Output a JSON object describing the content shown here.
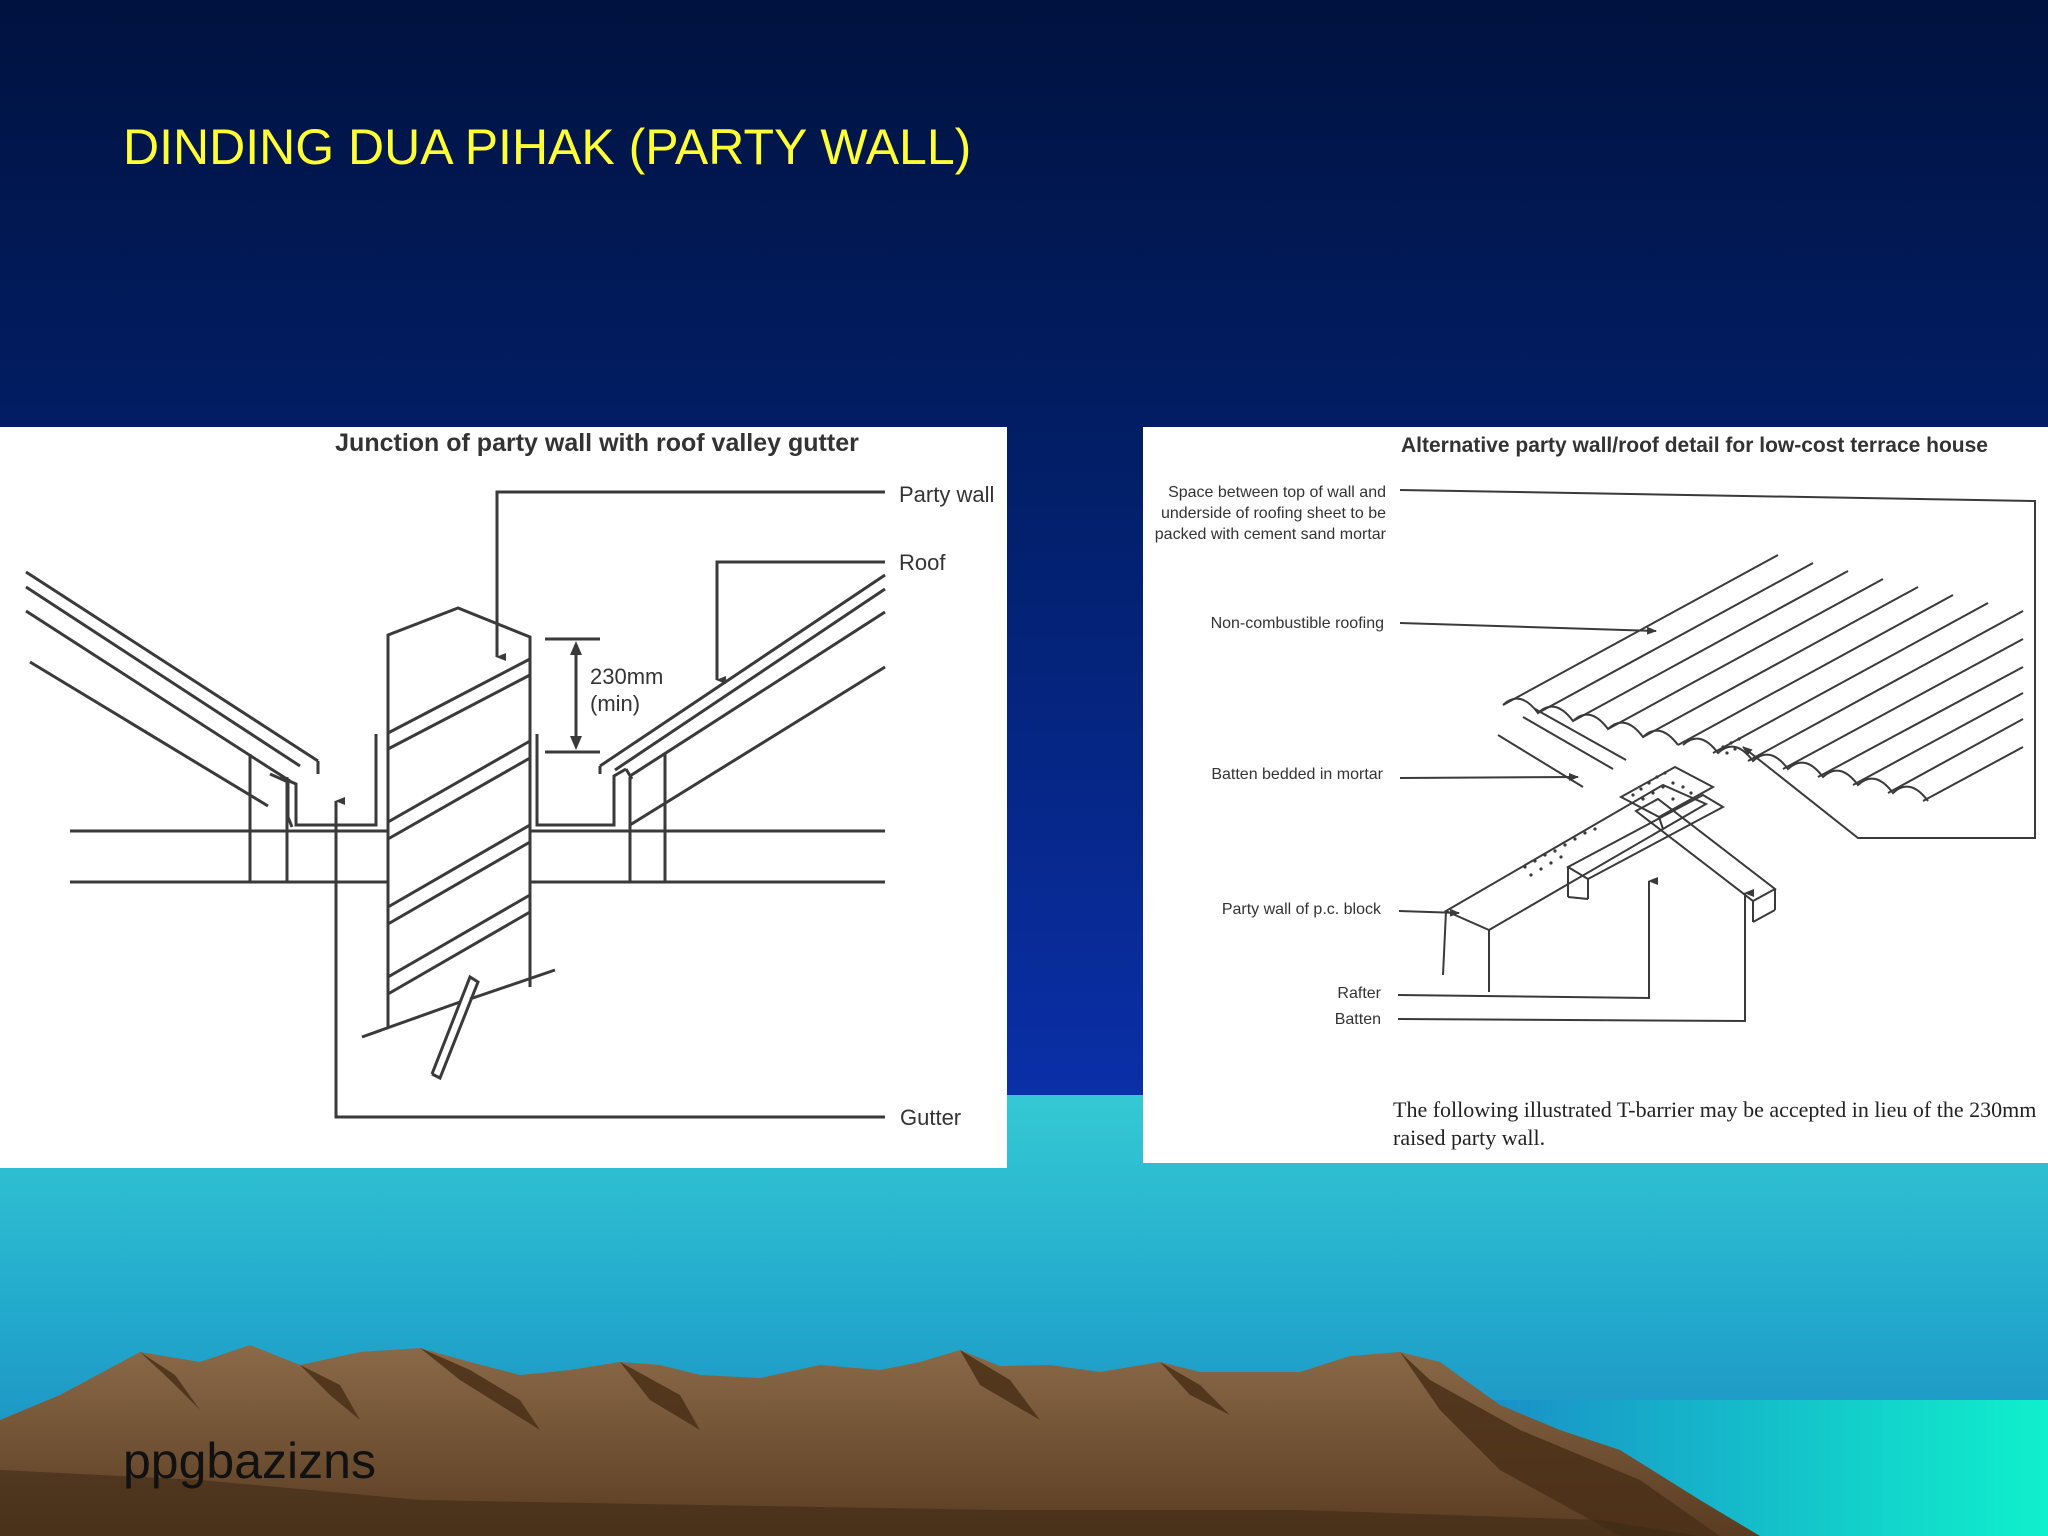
{
  "slide": {
    "title": "DINDING DUA PIHAK  (PARTY WALL)",
    "footer": "ppgbazizns"
  },
  "colors": {
    "title": "#ffff33",
    "sky_top": "#00123f",
    "sky_bottom": "#0a2a9a",
    "sea": "#2ab6cc",
    "mountain": "#6b4a2a",
    "line": "#3a3a3a"
  },
  "left_diagram": {
    "title": "Junction of party wall with roof valley gutter",
    "labels": {
      "party_wall": "Party wall",
      "roof": "Roof",
      "dimension_value": "230mm",
      "dimension_note": "(min)",
      "gutter": "Gutter"
    }
  },
  "right_diagram": {
    "title": "Alternative party wall/roof detail for low-cost terrace house",
    "labels": {
      "space_line1": "Space between top of wall and",
      "space_line2": "underside of roofing sheet to be",
      "space_line3": "packed with cement sand mortar",
      "roofing": "Non-combustible roofing",
      "batten_bedded": "Batten bedded in mortar",
      "party_wall_block": "Party wall of p.c. block",
      "rafter": "Rafter",
      "batten": "Batten"
    },
    "caption_line1": "The following illustrated T-barrier may be accepted in lieu of the 230mm",
    "caption_line2": "raised party wall."
  }
}
